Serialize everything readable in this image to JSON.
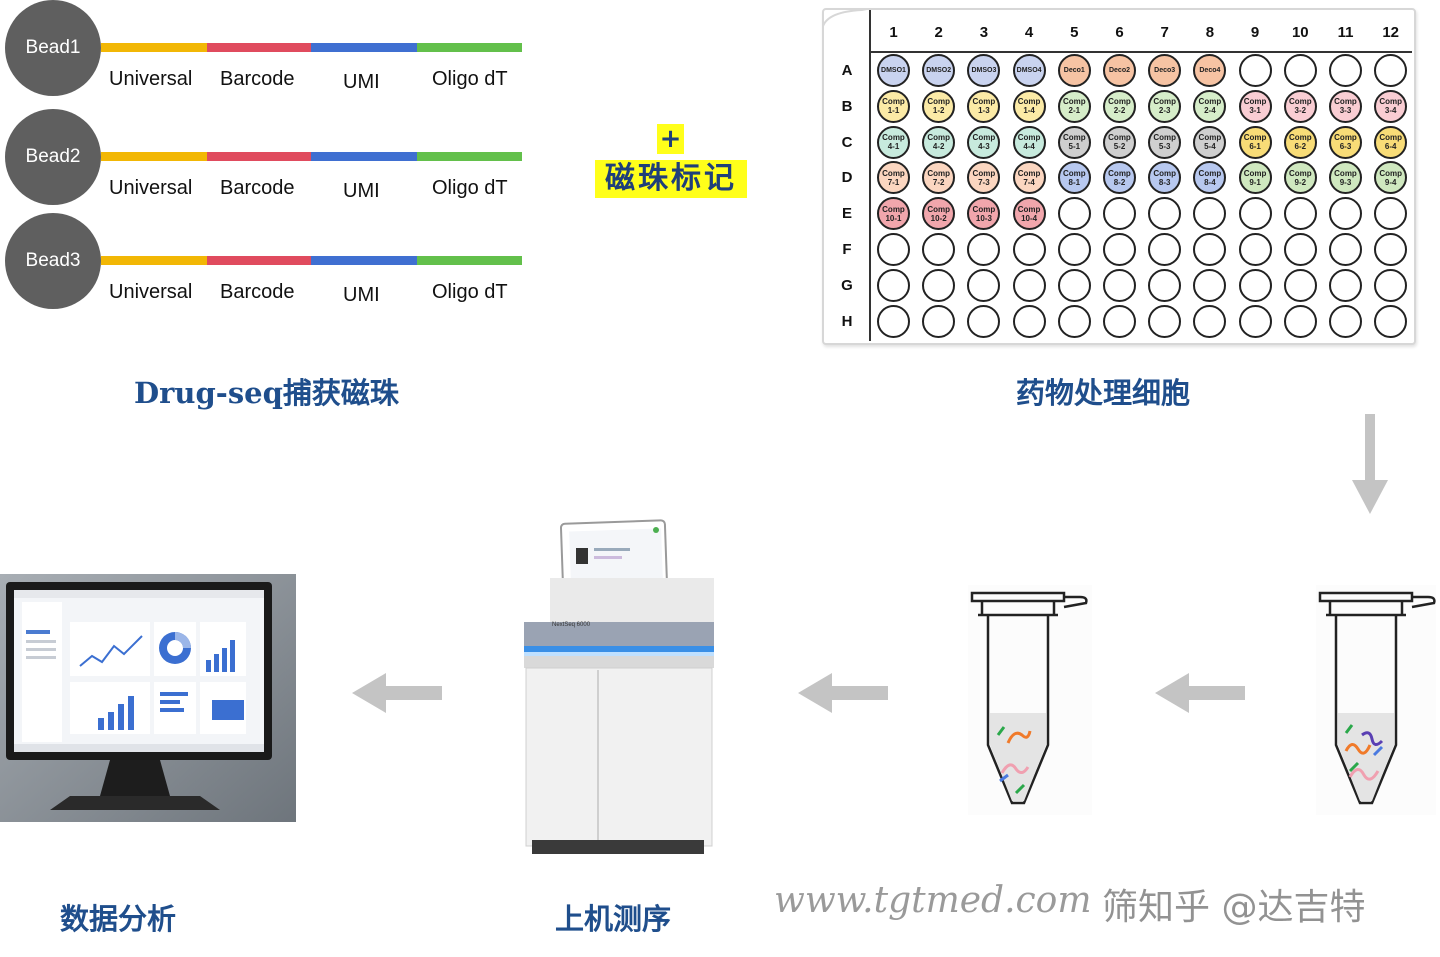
{
  "beads": [
    {
      "name": "Bead1",
      "segments": [
        "Universal",
        "Barcode",
        "UMI",
        "Oligo dT"
      ]
    },
    {
      "name": "Bead2",
      "segments": [
        "Universal",
        "Barcode",
        "UMI",
        "Oligo dT"
      ]
    },
    {
      "name": "Bead3",
      "segments": [
        "Universal",
        "Barcode",
        "UMI",
        "Oligo dT"
      ]
    }
  ],
  "segment_colors": [
    "#f2b705",
    "#e04b5e",
    "#3f6fd1",
    "#63c04b"
  ],
  "beads_title": "Drug-seq捕获磁珠",
  "plus_sign": "+",
  "label_step": "磁珠标记",
  "plate": {
    "columns": [
      "1",
      "2",
      "3",
      "4",
      "5",
      "6",
      "7",
      "8",
      "9",
      "10",
      "11",
      "12"
    ],
    "rows": [
      "A",
      "B",
      "C",
      "D",
      "E",
      "F",
      "G",
      "H"
    ],
    "wells": {
      "A": [
        "DMSO1",
        "DMSO2",
        "DMSO3",
        "DMSO4",
        "Deco1",
        "Deco2",
        "Deco3",
        "Deco4",
        "",
        "",
        "",
        ""
      ],
      "B": [
        "Comp 1-1",
        "Comp 1-2",
        "Comp 1-3",
        "Comp 1-4",
        "Comp 2-1",
        "Comp 2-2",
        "Comp 2-3",
        "Comp 2-4",
        "Comp 3-1",
        "Comp 3-2",
        "Comp 3-3",
        "Comp 3-4"
      ],
      "C": [
        "Comp 4-1",
        "Comp 4-2",
        "Comp 4-3",
        "Comp 4-4",
        "Comp 5-1",
        "Comp 5-2",
        "Comp 5-3",
        "Comp 5-4",
        "Comp 6-1",
        "Comp 6-2",
        "Comp 6-3",
        "Comp 6-4"
      ],
      "D": [
        "Comp 7-1",
        "Comp 7-2",
        "Comp 7-3",
        "Comp 7-4",
        "Comp 8-1",
        "Comp 8-2",
        "Comp 8-3",
        "Comp 8-4",
        "Comp 9-1",
        "Comp 9-2",
        "Comp 9-3",
        "Comp 9-4"
      ],
      "E": [
        "Comp 10-1",
        "Comp 10-2",
        "Comp 10-3",
        "Comp 10-4",
        "",
        "",
        "",
        "",
        "",
        "",
        "",
        ""
      ],
      "F": [
        "",
        "",
        "",
        "",
        "",
        "",
        "",
        "",
        "",
        "",
        "",
        ""
      ],
      "G": [
        "",
        "",
        "",
        "",
        "",
        "",
        "",
        "",
        "",
        "",
        "",
        ""
      ],
      "H": [
        "",
        "",
        "",
        "",
        "",
        "",
        "",
        "",
        "",
        "",
        "",
        ""
      ]
    },
    "well_colors": {
      "A": [
        "#c9d3ef",
        "#c9d3ef",
        "#c9d3ef",
        "#c9d3ef",
        "#f6c3a3",
        "#f6c3a3",
        "#f6c3a3",
        "#f6c3a3",
        "#ffffff",
        "#ffffff",
        "#ffffff",
        "#ffffff"
      ],
      "B": [
        "#fbeaa6",
        "#fbeaa6",
        "#fbeaa6",
        "#fbeaa6",
        "#d6edc9",
        "#d6edc9",
        "#d6edc9",
        "#d6edc9",
        "#f9cdd3",
        "#f9cdd3",
        "#f9cdd3",
        "#f9cdd3"
      ],
      "C": [
        "#c7eadd",
        "#c7eadd",
        "#c7eadd",
        "#c7eadd",
        "#cfcfcf",
        "#cfcfcf",
        "#cfcfcf",
        "#cfcfcf",
        "#f8dc77",
        "#f8dc77",
        "#f8dc77",
        "#f8dc77"
      ],
      "D": [
        "#fbd6c0",
        "#fbd6c0",
        "#fbd6c0",
        "#fbd6c0",
        "#b7c8ef",
        "#b7c8ef",
        "#b7c8ef",
        "#b7c8ef",
        "#cfe8bf",
        "#cfe8bf",
        "#cfe8bf",
        "#cfe8bf"
      ],
      "E": [
        "#f1a6ac",
        "#f1a6ac",
        "#f1a6ac",
        "#f1a6ac",
        "#ffffff",
        "#ffffff",
        "#ffffff",
        "#ffffff",
        "#ffffff",
        "#ffffff",
        "#ffffff",
        "#ffffff"
      ]
    }
  },
  "plate_title": "药物处理细胞",
  "steps": {
    "analysis": "数据分析",
    "sequencing": "上机测序"
  },
  "sequencer_brand": "NextSeq 6000",
  "watermark": "www.tgtmed.com",
  "watermark2": "筛知乎 @达吉特",
  "title_color": "#1f4e8c",
  "arrow_color": "#c4c4c4"
}
